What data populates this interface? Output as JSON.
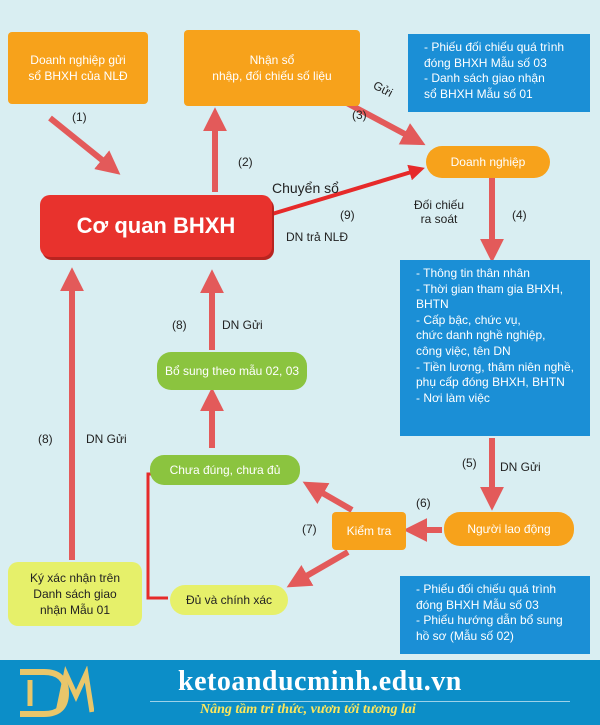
{
  "nodes": {
    "dn_gui": "Doanh nghiệp gửi\nsổ BHXH của NLĐ",
    "nhan_so": "Nhận sổ\nnhập, đối chiếu số liệu",
    "co_quan": "Cơ quan BHXH",
    "doanh_nghiep": "Doanh nghiệp",
    "bo_sung": "Bổ sung theo mẫu 02, 03",
    "chua_dung": "Chưa đúng, chưa đủ",
    "kiem_tra": "Kiểm tra",
    "nguoi_ld": "Người lao động",
    "du_chinh_xac": "Đủ và chính xác",
    "ky_xac_nhan": "Ký xác nhận  trên\nDanh sách giao\nnhận Mẫu 01"
  },
  "info": {
    "top": "- Phiếu đối chiếu quá trình\n  đóng BHXH Mẫu số 03\n- Danh sách giao nhận\n  sổ BHXH Mẫu số 01",
    "middle": "- Thông tin thân nhân\n- Thời gian tham gia BHXH,\n  BHTN\n- Cấp bậc, chức vụ,\n  chức danh nghề nghiệp,\n  công việc, tên DN\n- Tiền lương, thâm niên nghề,\n  phụ cấp đóng BHXH, BHTN\n- Nơi làm việc",
    "bottom": "- Phiếu đối chiếu quá trình\n  đóng BHXH Mẫu số 03\n- Phiếu hướng dẫn bổ sung\n  hồ sơ (Mẫu số 02)"
  },
  "labels": {
    "s1": "(1)",
    "s2": "(2)",
    "s3": "(3)",
    "gui": "Gửi",
    "chuyen_so": "Chuyển sổ",
    "s9": "(9)",
    "dn_tra": "DN trả NLĐ",
    "doi_chieu": "Đối chiếu\nra soát",
    "s4": "(4)",
    "s8a": "(8)",
    "dn_gui_a": "DN Gửi",
    "s8b": "(8)",
    "dn_gui_b": "DN Gửi",
    "s5": "(5)",
    "dn_gui_c": "DN Gửi",
    "s6": "(6)",
    "s7": "(7)"
  },
  "footer": {
    "site": "ketoanducminh.edu.vn",
    "slogan": "Nâng tầm tri thức, vươn tới tương lai"
  },
  "colors": {
    "orange": "#f7a21b",
    "red": "#e8322d",
    "blue": "#1b8fd6",
    "green": "#8bc43f",
    "yellow": "#e6f06a",
    "arrow": "#e35a5a",
    "background": "#d9eef2",
    "footer": "#0c8ec8"
  }
}
